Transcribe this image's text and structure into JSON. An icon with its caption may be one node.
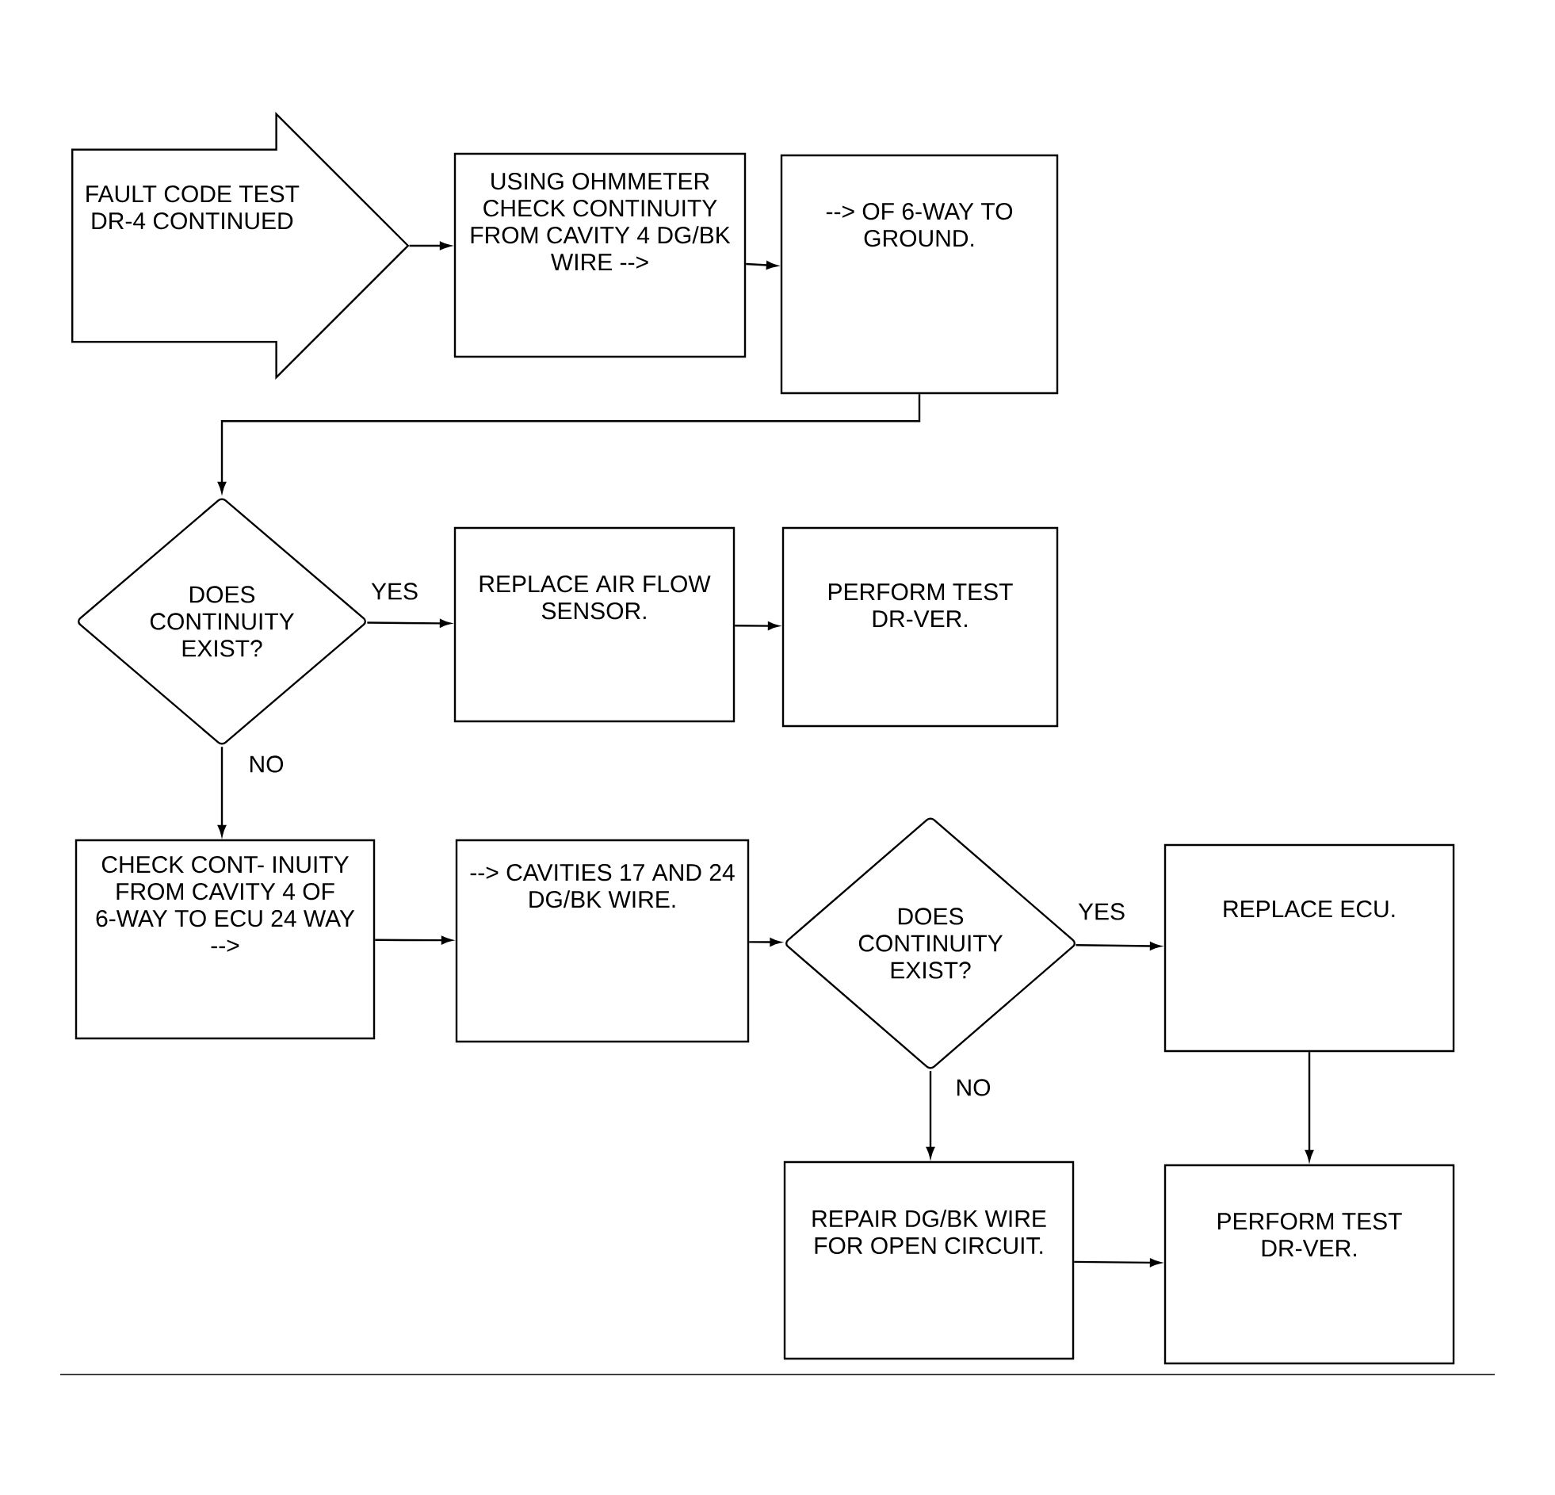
{
  "diagram": {
    "nodes": [
      {
        "text": [
          "FAULT CODE TEST DR-4 CONTINUED"
        ]
      },
      {
        "text": [
          "USING OHMMETER CHECK CONTINUITY FROM CAVITY 4 DG/BK WIRE -->"
        ]
      },
      {
        "text": [
          "--> OF 6-WAY TO GROUND."
        ]
      },
      {
        "text": [
          "DOES CONTINUITY EXIST?"
        ]
      },
      {
        "text": [
          "REPLACE AIR FLOW SENSOR."
        ]
      },
      {
        "text": [
          "PERFORM TEST DR-VER."
        ]
      },
      {
        "text": [
          "CHECK CONT- INUITY FROM CAVITY 4 OF 6-WAY TO ECU 24 WAY -->"
        ]
      },
      {
        "text": [
          "--> CAVITIES 17 AND 24 DG/BK WIRE."
        ]
      },
      {
        "text": [
          "DOES CONTINUITY EXIST?"
        ]
      },
      {
        "text": [
          "REPLACE ECU."
        ]
      },
      {
        "text": [
          "REPAIR DG/BK WIRE FOR OPEN CIRCUIT."
        ]
      },
      {
        "text": [
          "PERFORM TEST DR-VER."
        ]
      }
    ],
    "edges": [
      {
        "from": 0,
        "to": 1,
        "arrow": "to"
      },
      {
        "from": 1,
        "to": 2,
        "arrow": "to"
      },
      {
        "from": 2,
        "to": 3,
        "arrow": "to"
      },
      {
        "from": 3,
        "to": 4,
        "arrow": "to",
        "label": "YES"
      },
      {
        "from": 4,
        "to": 5,
        "arrow": "to"
      },
      {
        "from": 3,
        "to": 6,
        "arrow": "to",
        "label": "NO"
      },
      {
        "from": 6,
        "to": 7,
        "arrow": "to"
      },
      {
        "from": 7,
        "to": 8,
        "arrow": "to"
      },
      {
        "from": 8,
        "to": 9,
        "arrow": "to",
        "label": "YES"
      },
      {
        "from": 8,
        "to": 10,
        "arrow": "to",
        "label": "NO"
      },
      {
        "from": 9,
        "to": 11,
        "arrow": "to"
      },
      {
        "from": 10,
        "to": 11,
        "arrow": "to"
      }
    ]
  }
}
